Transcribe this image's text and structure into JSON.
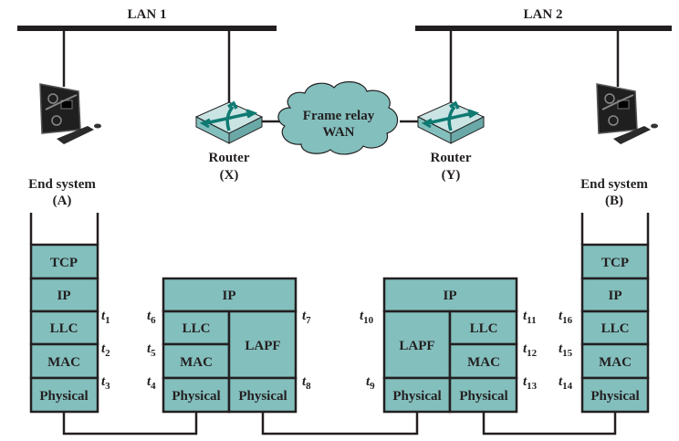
{
  "lans": [
    {
      "label": "LAN 1"
    },
    {
      "label": "LAN 2"
    }
  ],
  "wan": {
    "line1": "Frame relay",
    "line2": "WAN"
  },
  "routers": [
    {
      "name": "Router",
      "id": "(X)"
    },
    {
      "name": "Router",
      "id": "(Y)"
    }
  ],
  "end_systems": [
    {
      "name": "End system",
      "id": "(A)"
    },
    {
      "name": "End system",
      "id": "(B)"
    }
  ],
  "stacks": {
    "end_a": [
      "TCP",
      "IP",
      "LLC",
      "MAC",
      "Physical"
    ],
    "router_x": {
      "top": "IP",
      "left": [
        "LLC",
        "MAC",
        "Physical"
      ],
      "right": [
        "LAPF",
        "Physical"
      ]
    },
    "router_y": {
      "top": "IP",
      "left": [
        "LAPF",
        "Physical"
      ],
      "right": [
        "LLC",
        "MAC",
        "Physical"
      ]
    },
    "end_b": [
      "TCP",
      "IP",
      "LLC",
      "MAC",
      "Physical"
    ]
  },
  "time_labels": {
    "t1": "1",
    "t2": "2",
    "t3": "3",
    "t4": "4",
    "t5": "5",
    "t6": "6",
    "t7": "7",
    "t8": "8",
    "t9": "9",
    "t10": "10",
    "t11": "11",
    "t12": "12",
    "t13": "13",
    "t14": "14",
    "t15": "15",
    "t16": "16",
    "prefix": "t"
  },
  "colors": {
    "layer_fill": "#83bfbd",
    "stroke": "#231f20",
    "router_top": "#c9e4e3",
    "arrow": "#0f7a72"
  }
}
